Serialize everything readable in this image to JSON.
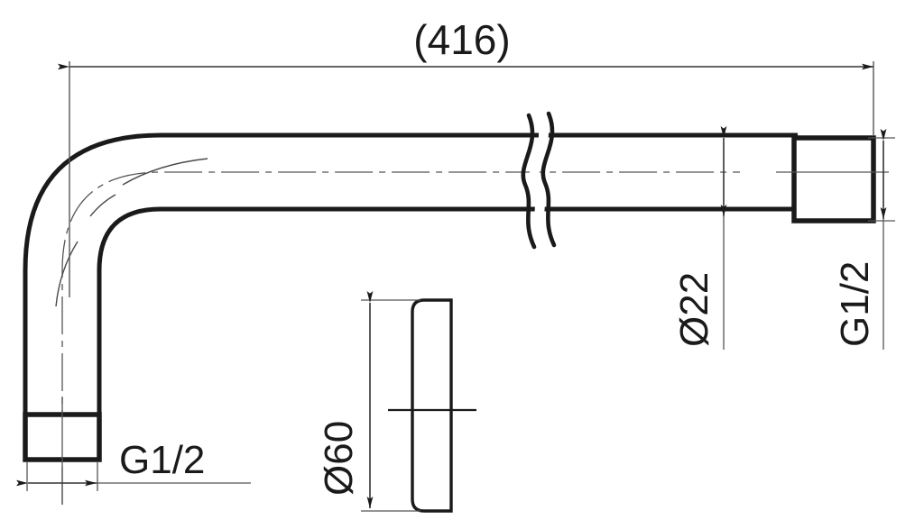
{
  "drawing": {
    "type": "technical-dimension-drawing",
    "subject": "shower arm / wall outlet pipe elbow",
    "units": "mm",
    "background_color": "#ffffff",
    "line_color": "#1a1a1a",
    "thin_line_color": "#3a3a3a",
    "labels": {
      "overall_length": "(416)",
      "pipe_diameter": "Ø22",
      "flange_diameter": "Ø60",
      "thread_inlet": "G1/2",
      "thread_outlet": "G1/2"
    },
    "views": {
      "main": {
        "name": "side-elevation-elbow",
        "overall_length_label": "(416)",
        "pipe_outer_diameter_label": "Ø22",
        "inlet_thread_label": "G1/2",
        "outlet_thread_label": "G1/2",
        "has_break_symbol": true
      },
      "detail": {
        "name": "flange-profile-view",
        "diameter_label": "Ø60"
      }
    }
  }
}
